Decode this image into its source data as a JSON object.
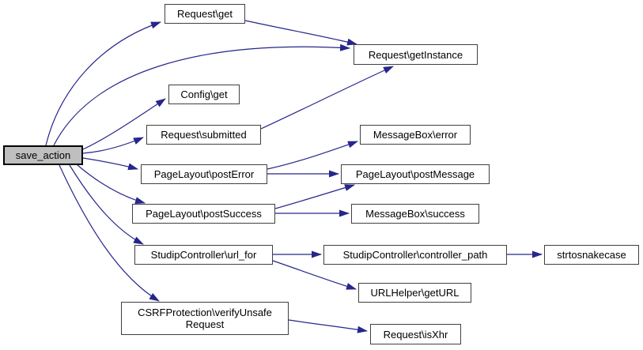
{
  "diagram": {
    "type": "call-graph",
    "root": "save_action",
    "nodes": [
      {
        "id": "save-action",
        "label": "save_action",
        "highlighted": true
      },
      {
        "id": "request-get",
        "label": "Request\\get"
      },
      {
        "id": "request-getinstance",
        "label": "Request\\getInstance"
      },
      {
        "id": "config-get",
        "label": "Config\\get"
      },
      {
        "id": "request-submitted",
        "label": "Request\\submitted"
      },
      {
        "id": "messagebox-error",
        "label": "MessageBox\\error"
      },
      {
        "id": "pagelayout-posterror",
        "label": "PageLayout\\postError"
      },
      {
        "id": "pagelayout-postmessage",
        "label": "PageLayout\\postMessage"
      },
      {
        "id": "pagelayout-postsuccess",
        "label": "PageLayout\\postSuccess"
      },
      {
        "id": "messagebox-success",
        "label": "MessageBox\\success"
      },
      {
        "id": "studipcontroller-url-for",
        "label": "StudipController\\url_for"
      },
      {
        "id": "studipcontroller-controller-path",
        "label": "StudipController\\controller_path"
      },
      {
        "id": "strtosnakecase",
        "label": "strtosnakecase"
      },
      {
        "id": "urlhelper-geturl",
        "label": "URLHelper\\getURL"
      },
      {
        "id": "csrfprotection-verifyunsaferequest",
        "label": "CSRFProtection\\verifyUnsafeRequest",
        "label_lines": [
          "CSRFProtection\\verifyUnsafe",
          "Request"
        ]
      },
      {
        "id": "request-isxhr",
        "label": "Request\\isXhr"
      }
    ],
    "edges": [
      {
        "from": "save-action",
        "to": "request-get"
      },
      {
        "from": "save-action",
        "to": "request-getinstance"
      },
      {
        "from": "save-action",
        "to": "config-get"
      },
      {
        "from": "save-action",
        "to": "request-submitted"
      },
      {
        "from": "save-action",
        "to": "pagelayout-posterror"
      },
      {
        "from": "save-action",
        "to": "pagelayout-postsuccess"
      },
      {
        "from": "save-action",
        "to": "studipcontroller-url-for"
      },
      {
        "from": "save-action",
        "to": "csrfprotection-verifyunsaferequest"
      },
      {
        "from": "request-get",
        "to": "request-getinstance"
      },
      {
        "from": "request-submitted",
        "to": "request-getinstance"
      },
      {
        "from": "pagelayout-posterror",
        "to": "messagebox-error"
      },
      {
        "from": "pagelayout-posterror",
        "to": "pagelayout-postmessage"
      },
      {
        "from": "pagelayout-postsuccess",
        "to": "pagelayout-postmessage"
      },
      {
        "from": "pagelayout-postsuccess",
        "to": "messagebox-success"
      },
      {
        "from": "studipcontroller-url-for",
        "to": "studipcontroller-controller-path"
      },
      {
        "from": "studipcontroller-url-for",
        "to": "urlhelper-geturl"
      },
      {
        "from": "studipcontroller-controller-path",
        "to": "strtosnakecase"
      },
      {
        "from": "csrfprotection-verifyunsaferequest",
        "to": "request-isxhr"
      }
    ],
    "colors": {
      "edge": "#26268b",
      "node_border": "#404040",
      "node_fill": "#ffffff",
      "root_fill": "#bfbfbf",
      "root_border": "#000000",
      "text": "#000000",
      "background": "#ffffff"
    }
  }
}
